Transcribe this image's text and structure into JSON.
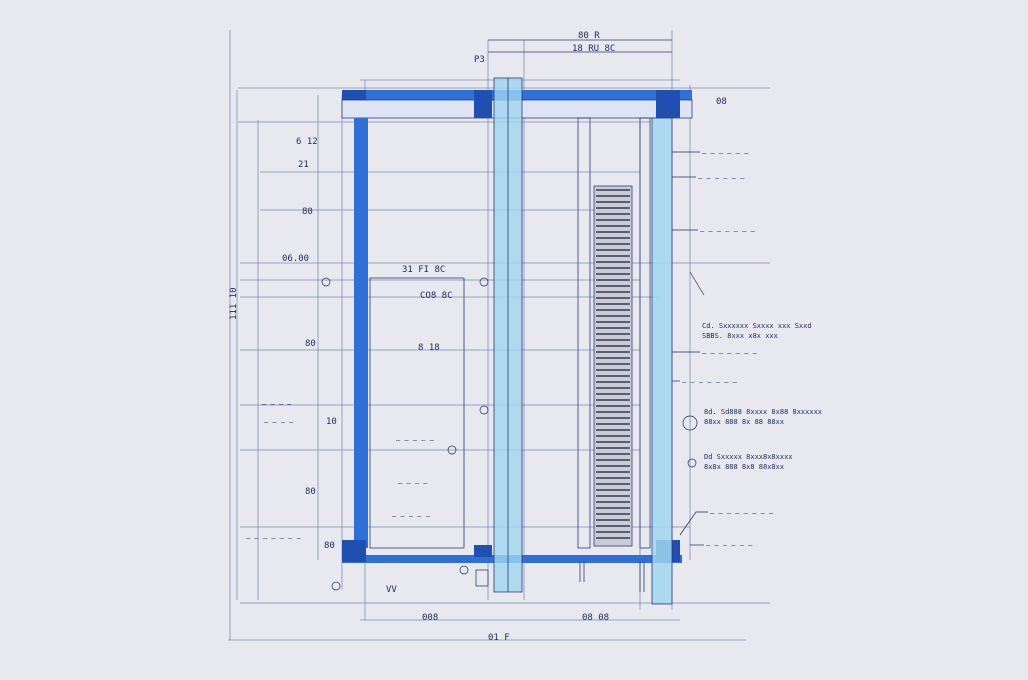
{
  "colors": {
    "background": "#e8e9ee",
    "frame_blue": "#2f6fd6",
    "frame_blue_dark": "#1f4fb0",
    "glass_cyan": "#9fd6f0",
    "line_navy": "#1d2a5c"
  },
  "dimensions": {
    "top_1": "80 R",
    "top_2": "18 RU 8C",
    "top_small": "P3",
    "right_top": "08",
    "left_1": "6 12",
    "left_2": "21",
    "left_3": "80",
    "left_4": "06.00",
    "left_vertical": "111 10",
    "left_5": "80",
    "left_6": "10",
    "left_7": "80",
    "left_8": "80",
    "mid_label": "31 FI 8C",
    "mid_label_2": "CO8 8C",
    "mid_label_3": "8 18",
    "bottom_1": "VV",
    "bottom_2": "008",
    "bottom_3": "08 08",
    "bottom_4": "01 F"
  },
  "notes": {
    "right_1": "– – – – – –",
    "right_2": "– – – – – –",
    "right_3": "– – – – – – –",
    "right_4": "Cd. Sxxxxxx Sxxxx xxx Sxxd",
    "right_4b": "SBBS. 8xxx x8x xxx",
    "right_5": "– – – – – – –",
    "right_6": "– – – – – – –",
    "right_7": "8d. Sd888 8xxxx 8x88 8xxxxxx",
    "right_7b": "88xx 888 8x 88 88xx",
    "right_8": "Dd Sxxxxx 8xxx8x8xxxx",
    "right_8b": "8x8x 888 8x8 88x8xx",
    "right_9": "– – – – – – – –",
    "right_10": "– – – – – –",
    "left_n1": "– – – –",
    "left_n2": "– – – –",
    "left_n3": "– – – – –",
    "left_n4": "– – – –",
    "left_n5": "– – – – –",
    "left_n6": "– – – – – – –"
  }
}
